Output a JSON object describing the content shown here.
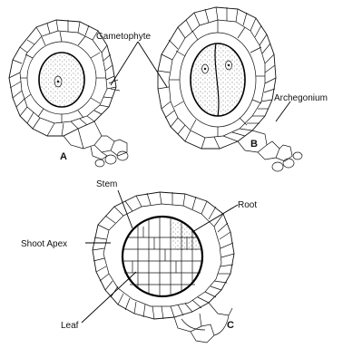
{
  "labels": {
    "gametophyte": "Gametophyte",
    "archegonium": "Archegonium",
    "stem": "Stem",
    "root": "Root",
    "shoot_apex": "Shoot Apex",
    "leaf": "Leaf"
  },
  "panels": {
    "a": "A",
    "b": "B",
    "c": "C"
  }
}
